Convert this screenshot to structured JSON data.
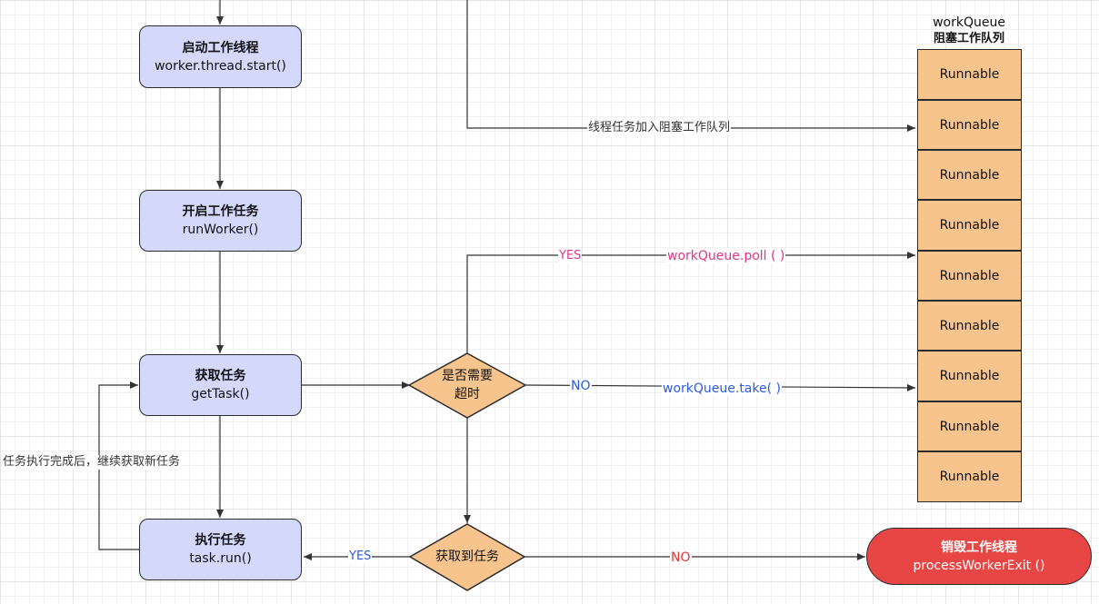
{
  "nodes": {
    "start_thread": {
      "line1": "启动工作线程",
      "line2": "worker.thread.start()"
    },
    "run_worker": {
      "line1": "开启工作任务",
      "line2": "runWorker()"
    },
    "get_task": {
      "line1": "获取任务",
      "line2": "getTask()"
    },
    "run_task": {
      "line1": "执行任务",
      "line2": "task.run()"
    },
    "need_timeout": {
      "line1": "是否需要",
      "line2": "超时"
    },
    "got_task": {
      "label": "获取到任务"
    },
    "exit": {
      "line1": "销毁工作线程",
      "line2": "processWorkerExit ()"
    }
  },
  "queue": {
    "title": "workQueue",
    "subtitle": "阻塞工作队列",
    "items": [
      "Runnable",
      "Runnable",
      "Runnable",
      "Runnable",
      "Runnable",
      "Runnable",
      "Runnable",
      "Runnable",
      "Runnable"
    ]
  },
  "edges": {
    "enqueue": "线程任务加入阻塞工作队列",
    "yes_poll": "YES",
    "poll": "workQueue.poll ( )",
    "no_take": "NO",
    "take": "workQueue.take( )",
    "loop_back": "任务执行完成后，继续获取新任务",
    "yes_run": "YES",
    "no_exit": "NO"
  },
  "colors": {
    "process_fill": "#d4d8fb",
    "decision_fill": "#f7c48d",
    "queue_fill": "#f7c48d",
    "exit_fill": "#e84545",
    "yes_poll": "#e0358b",
    "no_take": "#2d5ae0",
    "yes_run": "#2d5ae0",
    "no_exit": "#e53535"
  }
}
